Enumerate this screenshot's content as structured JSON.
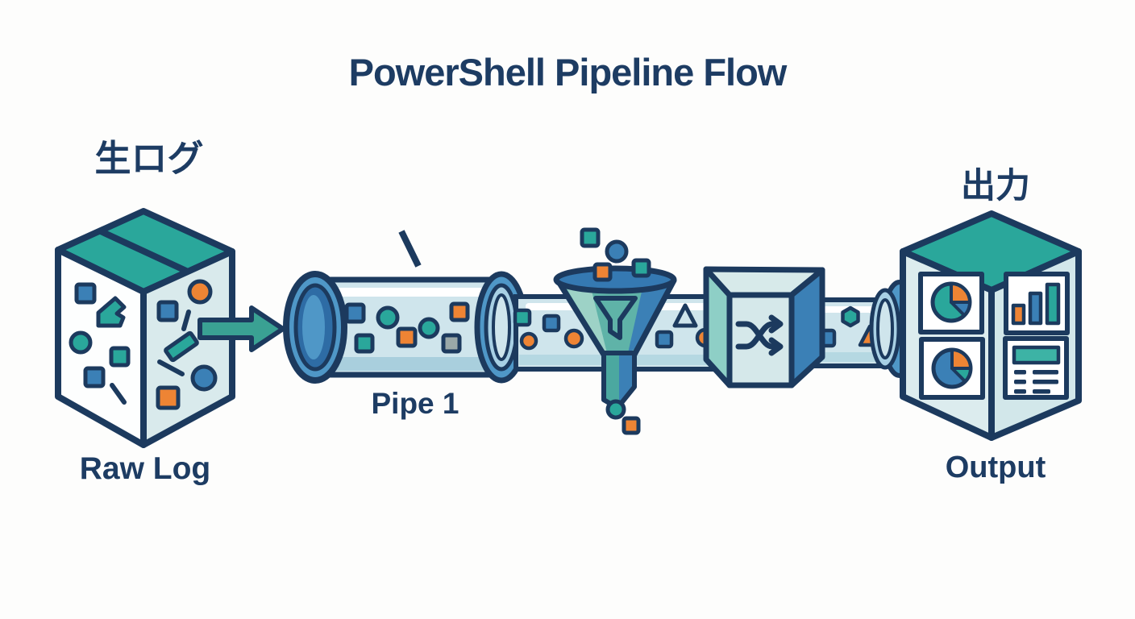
{
  "title": "PowerShell Pipeline Flow",
  "stages": {
    "input": {
      "label_jp": "生ログ",
      "label_en": "Raw Log"
    },
    "pipe1": {
      "label": "Pipe 1"
    },
    "filter": {
      "icon": "funnel-icon"
    },
    "sort": {
      "icon": "shuffle-icon"
    },
    "output": {
      "label_jp": "出力",
      "label_en": "Output"
    }
  },
  "flow_order": [
    "raw-log-box",
    "flow-arrow",
    "pipe-1",
    "funnel-filter",
    "shuffle-box",
    "pipe-3",
    "output-box"
  ],
  "icons": {
    "input": "cube-with-log-fragments-icon",
    "arrow": "right-arrow-icon",
    "pipe": "pipe-cylinder-icon",
    "filter": "funnel-icon",
    "sort": "shuffle-icon",
    "output_cards": [
      "pie-chart-icon",
      "pie-chart-icon",
      "bar-chart-icon",
      "report-document-icon"
    ]
  },
  "colors": {
    "outline_navy": "#1c3a5e",
    "title_navy": "#1d3c63",
    "teal": "#2aa79b",
    "blue": "#3b80b6",
    "orange": "#ee8434",
    "gray": "#9aa8a8",
    "pipe_body": "#cfe5ec",
    "cube_face_light": "#d9eaec",
    "rim_blue": "#4f97c7",
    "background": "#fdfdfc"
  }
}
